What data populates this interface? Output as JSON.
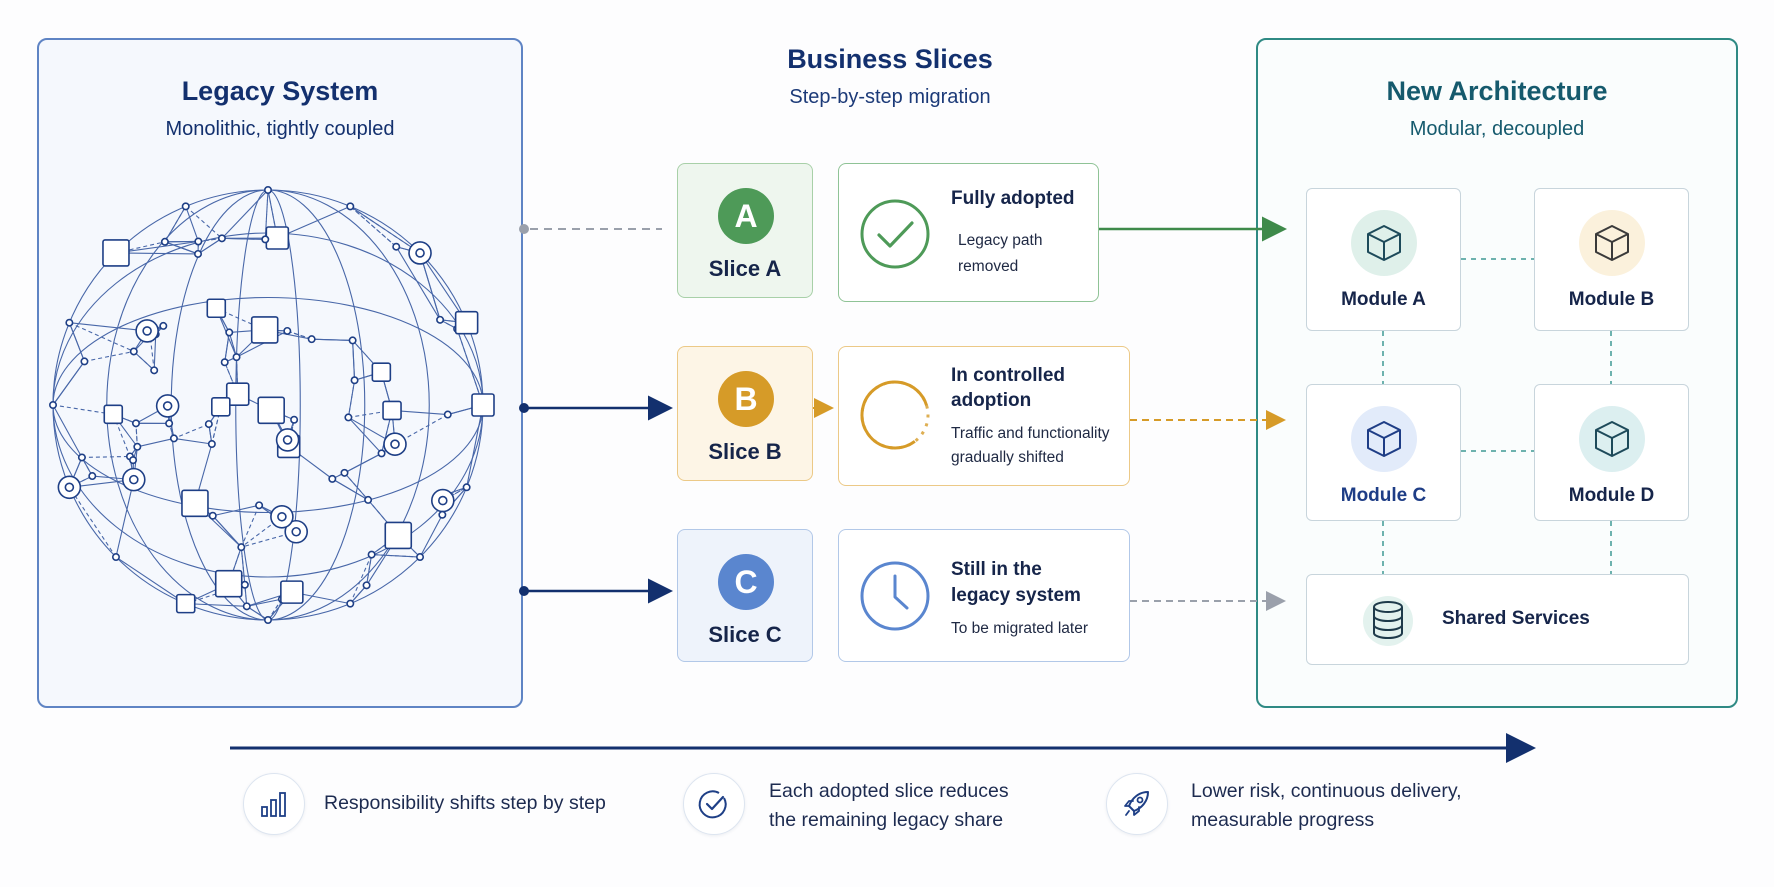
{
  "legacy": {
    "title": "Legacy System",
    "subtitle": "Monolithic, tightly coupled"
  },
  "slices": {
    "title": "Business Slices",
    "subtitle": "Step-by-step migration",
    "items": [
      {
        "letter": "A",
        "label": "Slice A"
      },
      {
        "letter": "B",
        "label": "Slice B"
      },
      {
        "letter": "C",
        "label": "Slice C"
      }
    ]
  },
  "statuses": [
    {
      "title": "Fully adopted",
      "desc": [
        "Legacy path",
        "removed"
      ]
    },
    {
      "title": [
        "In controlled",
        "adoption"
      ],
      "desc": [
        "Traffic and functionality",
        "gradually shifted"
      ]
    },
    {
      "title": [
        "Still in the",
        "legacy system"
      ],
      "desc": [
        "To be migrated later"
      ]
    }
  ],
  "new_arch": {
    "title": "New Architecture",
    "subtitle": "Modular, decoupled",
    "modules": [
      "Module A",
      "Module B",
      "Module C",
      "Module D"
    ],
    "shared": "Shared Services"
  },
  "footer": [
    {
      "icon": "bar-chart-icon",
      "text": [
        "Responsibility shifts step by step"
      ]
    },
    {
      "icon": "check-circle-icon",
      "text": [
        "Each adopted slice reduces",
        "the remaining legacy share"
      ]
    },
    {
      "icon": "rocket-icon",
      "text": [
        "Lower risk, continuous delivery,",
        "measurable progress"
      ]
    }
  ],
  "colors": {
    "navy": "#13306e",
    "green": "#4e9a58",
    "amber": "#d69b28",
    "blue": "#5a86cf",
    "teal": "#2f8a84"
  }
}
